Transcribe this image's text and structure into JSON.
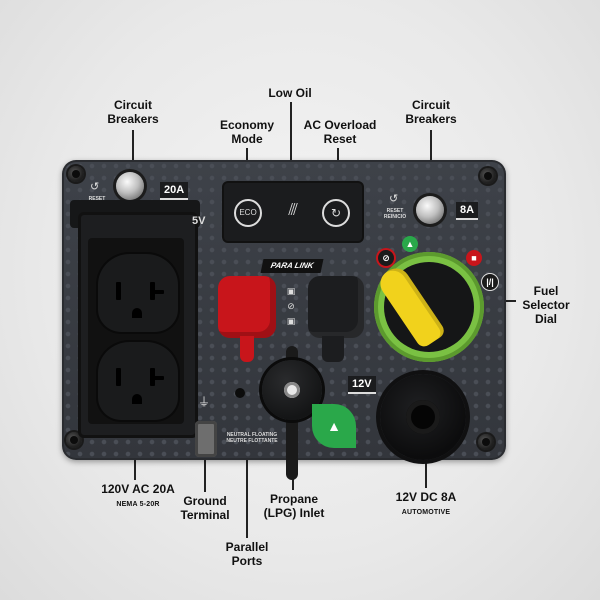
{
  "callouts": {
    "circuit_breakers_left": "Circuit\nBreakers",
    "economy_mode": "Economy\nMode",
    "low_oil": "Low Oil",
    "ac_overload_reset": "AC Overload\nReset",
    "circuit_breakers_right": "Circuit\nBreakers",
    "fuel_selector_dial": "Fuel\nSelector\nDial",
    "ac_outlet": "120V AC 20A",
    "ac_outlet_sub": "NEMA 5-20R",
    "ground_terminal": "Ground\nTerminal",
    "propane_inlet": "Propane\n(LPG) Inlet",
    "dc_outlet": "12V DC 8A",
    "dc_outlet_sub": "AUTOMOTIVE",
    "parallel_ports": "Parallel\nPorts"
  },
  "panel": {
    "breaker_left_rating": "20A",
    "breaker_left_reset": "RESET",
    "breaker_right_rating": "8A",
    "breaker_right_reset": "RESET\nREINICIO",
    "outlet_voltage": "5V",
    "eco_icon_label": "ECO",
    "parallel_tag": "PARA LINK",
    "dc_voltage": "12V",
    "neutral_label": "NEUTRAL FLOATING\nNEUTRE FLOTTANTE"
  },
  "icons": {
    "eco": "leaf-icon",
    "low_oil": "oil-can-icon",
    "reset": "reset-icon",
    "ground": "ground-icon",
    "fuel_gas": "fuel-pump-icon",
    "fuel_lpg": "propane-tank-icon"
  },
  "colors": {
    "panel": "#3a3d43",
    "dial_ring": "#7ac143",
    "dial_lever": "#f1d21c",
    "parallel_red": "#c8151b",
    "propane_green": "#2aa84a"
  }
}
